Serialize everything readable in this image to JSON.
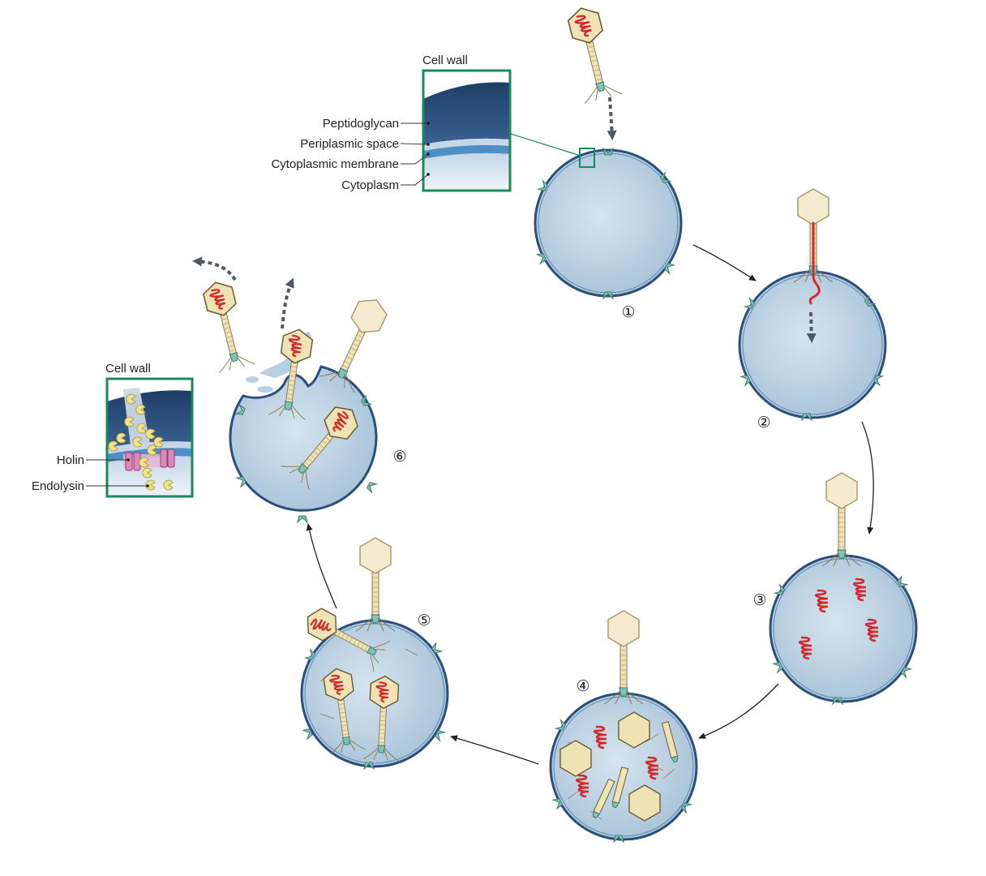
{
  "colors": {
    "cell_fill": "#b9cfe0",
    "cell_fill_center": "#cfdfeb",
    "cell_border": "#2b4f7a",
    "inset_border": "#1b8a5a",
    "peptidoglycan": "#284b78",
    "membrane": "#4f8fc8",
    "capsid": "#efe2b5",
    "capsid_stroke": "#8a7a4a",
    "dna": "#d42a2a",
    "receptor": "#7fc3b4",
    "holin": "#d98bb8",
    "endolysin": "#f2e08a",
    "arrow": "#222222",
    "dashed_arrow": "#555d66"
  },
  "inset_top": {
    "title": "Cell wall",
    "labels": [
      "Peptidoglycan",
      "Periplasmic space",
      "Cytoplasmic membrane",
      "Cytoplasm"
    ]
  },
  "inset_bottom": {
    "title": "Cell wall",
    "labels": [
      "Holin",
      "Endolysin"
    ]
  },
  "steps": [
    "①",
    "②",
    "③",
    "④",
    "⑤",
    "⑥"
  ],
  "icons": {
    "phage": "bacteriophage-icon",
    "dna": "viral-dna-icon",
    "receptor": "receptor-icon"
  }
}
